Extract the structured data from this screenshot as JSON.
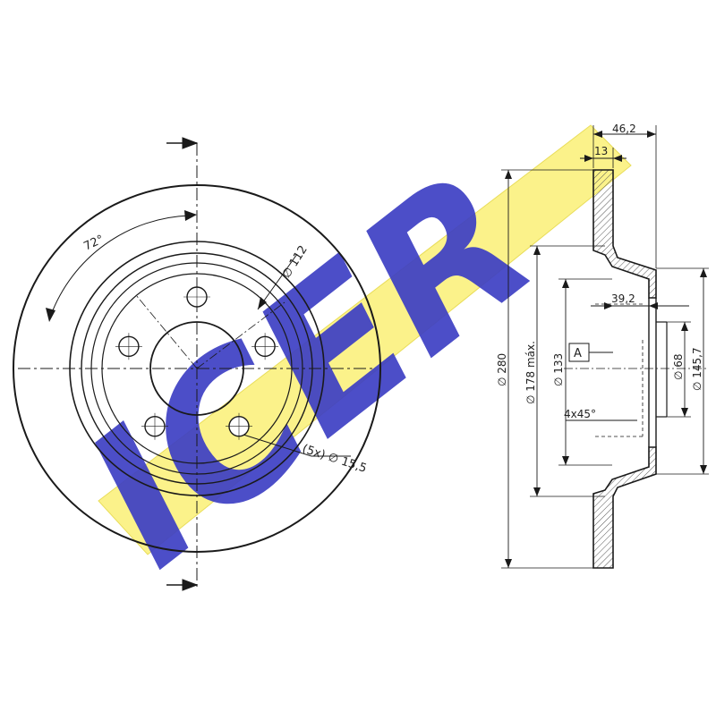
{
  "watermark": {
    "text": "ICER",
    "fill": "#fbf28a",
    "letter_color": "#3d3fc4"
  },
  "front_view": {
    "angle_label": "72°",
    "pcd_label": "∅ 112",
    "bolt_label": "(5x) ∅ 15,5"
  },
  "side_view": {
    "width_total_label": "46,2",
    "disc_thickness_label": "13",
    "hat_depth_label": "39,2",
    "datum_label": "A",
    "chamfer_label": "4x45°",
    "outer_dia_label": "∅ 280",
    "max_dia_label": "∅ 178 máx.",
    "hat_dia_label": "∅ 133",
    "center_hole_label": "∅ 68",
    "hub_dia_label": "∅ 145,7"
  },
  "colors": {
    "line": "#1a1a1a",
    "hatch": "#555555"
  }
}
